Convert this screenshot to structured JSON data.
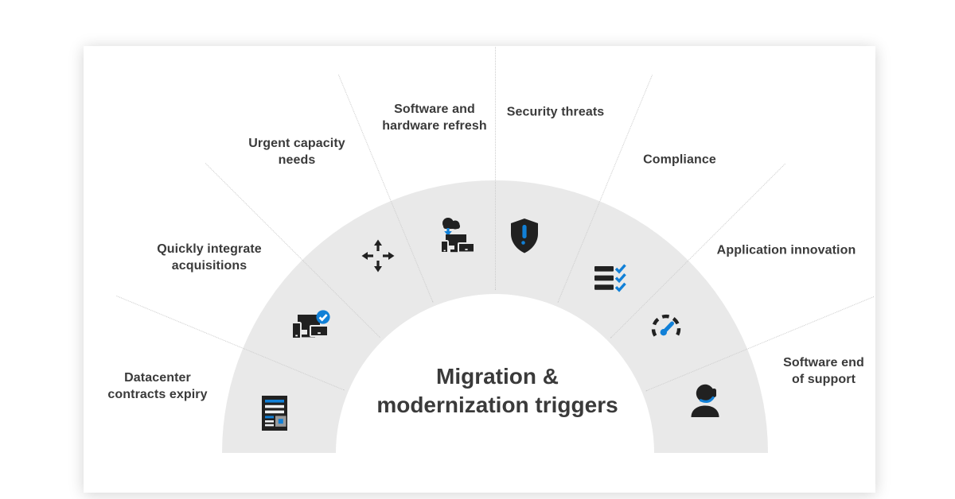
{
  "title": {
    "full": "Migration & modernization triggers",
    "line1": "Migration &",
    "line2": "modernization triggers"
  },
  "colors": {
    "page_bg": "#ffffff",
    "card_bg": "#ffffff",
    "ring": "#e9e9e9",
    "icon_dark": "#212121",
    "accent_blue": "#1180d7",
    "text": "#3a3a3a",
    "divider": "#cccccc"
  },
  "segments": [
    {
      "label": "Datacenter contracts expiry",
      "lines": [
        "Datacenter",
        "contracts expiry"
      ],
      "icon": "contract-document-icon"
    },
    {
      "label": "Quickly integrate acquisitions",
      "lines": [
        "Quickly integrate",
        "acquisitions"
      ],
      "icon": "devices-check-icon"
    },
    {
      "label": "Urgent capacity needs",
      "lines": [
        "Urgent capacity",
        "needs"
      ],
      "icon": "expand-arrows-icon"
    },
    {
      "label": "Software and hardware refresh",
      "lines": [
        "Software and",
        "hardware refresh"
      ],
      "icon": "cloud-download-devices-icon"
    },
    {
      "label": "Security threats",
      "lines": [
        "Security threats"
      ],
      "icon": "shield-alert-icon"
    },
    {
      "label": "Compliance",
      "lines": [
        "Compliance"
      ],
      "icon": "checklist-icon"
    },
    {
      "label": "Application innovation",
      "lines": [
        "Application innovation"
      ],
      "icon": "gauge-icon"
    },
    {
      "label": "Software end of support",
      "lines": [
        "Software end",
        "of support"
      ],
      "icon": "support-person-icon"
    }
  ]
}
